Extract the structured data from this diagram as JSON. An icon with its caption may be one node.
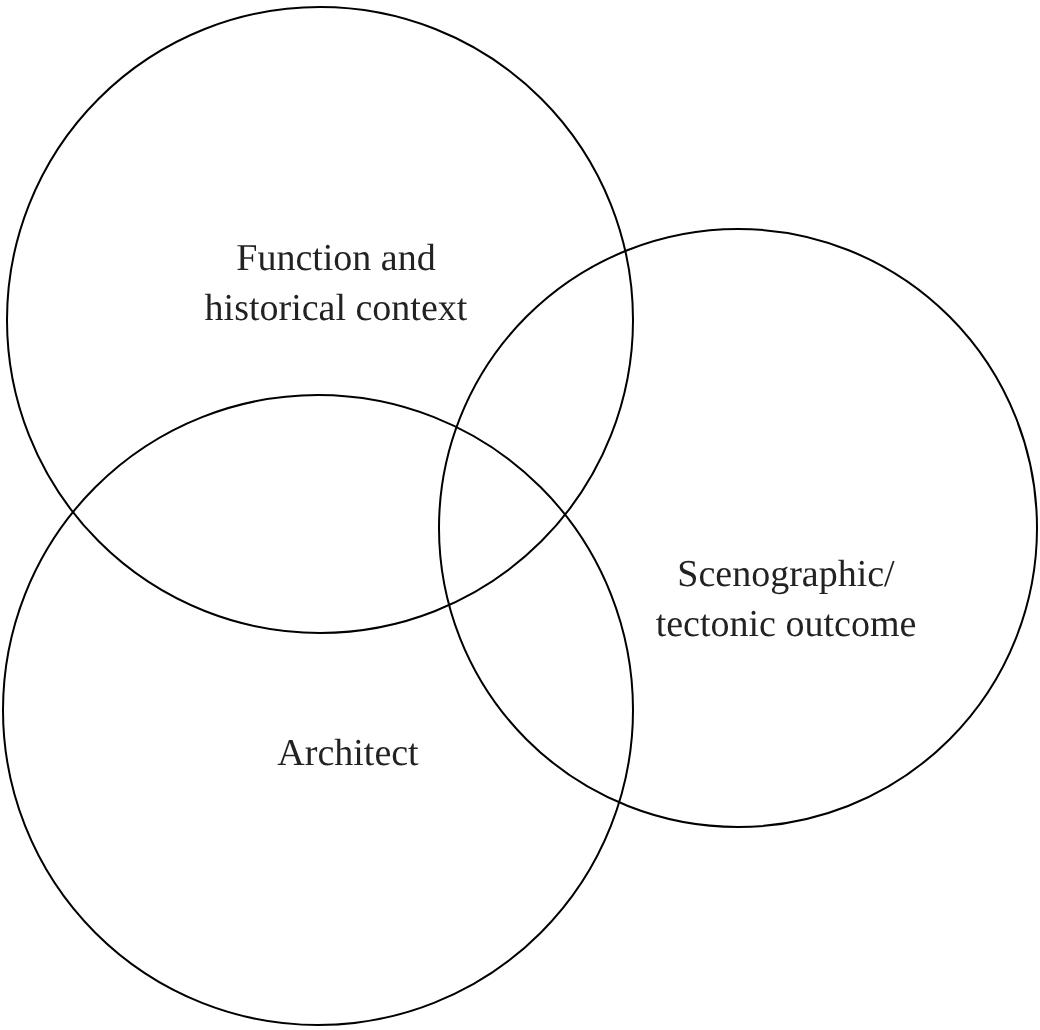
{
  "diagram": {
    "nodes": [
      {
        "text": [
          "Function and historical context"
        ]
      },
      {
        "text": [
          "Scenographic/ tectonic outcome"
        ]
      },
      {
        "text": [
          "Architect"
        ]
      }
    ]
  }
}
